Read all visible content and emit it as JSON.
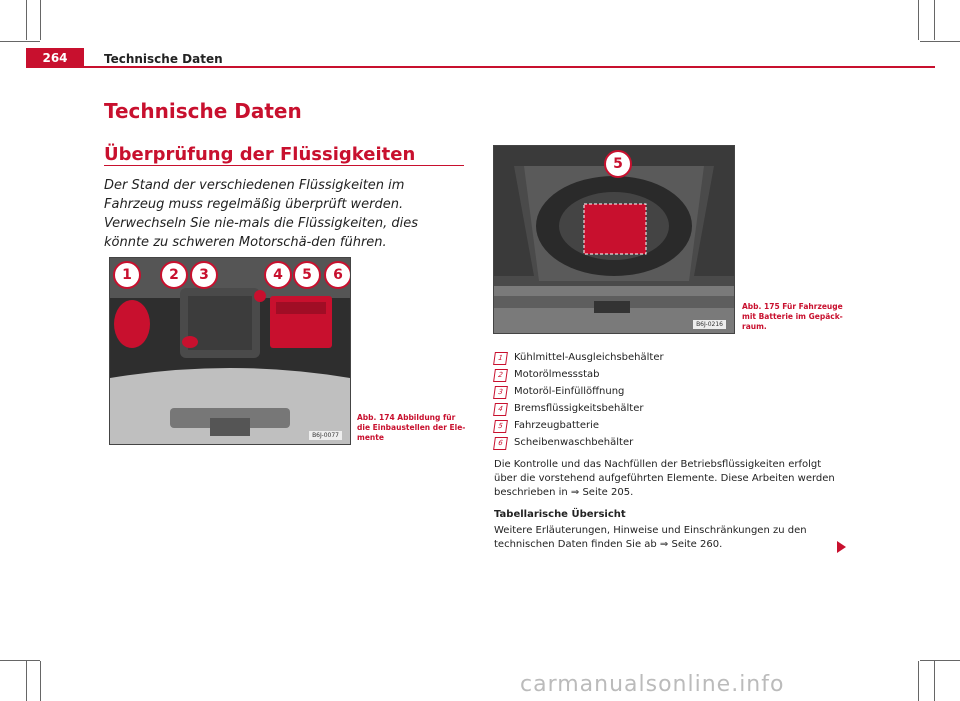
{
  "header": {
    "page_number": "264",
    "running_title": "Technische Daten"
  },
  "title": "Technische Daten",
  "section_title": "Überprüfung der Flüssigkeiten",
  "intro": "Der Stand der verschiedenen Flüssigkeiten im Fahrzeug muss regelmäßig überprüft werden. Verwechseln Sie nie-mals die Flüssigkeiten, dies könnte zu schweren Motorschä-den führen.",
  "figure_174": {
    "caption": "Abb. 174  Abbildung für die Einbaustellen der Ele-mente",
    "code": "B6J-0077",
    "markers": [
      "1",
      "2",
      "3",
      "4",
      "5",
      "6"
    ]
  },
  "figure_175": {
    "caption": "Abb. 175  Für Fahrzeuge mit Batterie im Gepäck-raum.",
    "code": "B6J-0216",
    "marker": "5"
  },
  "legend": [
    {
      "num": "1",
      "label": "Kühlmittel-Ausgleichsbehälter"
    },
    {
      "num": "2",
      "label": "Motorölmessstab"
    },
    {
      "num": "3",
      "label": "Motoröl-Einfüllöffnung"
    },
    {
      "num": "4",
      "label": "Bremsflüssigkeitsbehälter"
    },
    {
      "num": "5",
      "label": "Fahrzeugbatterie"
    },
    {
      "num": "6",
      "label": "Scheibenwaschbehälter"
    }
  ],
  "paragraph": "Die Kontrolle und das Nachfüllen der Betriebsflüssigkeiten erfolgt über die vorstehend aufgeführten Elemente. Diese Arbeiten werden beschrieben in ⇒ Seite 205.",
  "subheading": "Tabellarische Übersicht",
  "paragraph2": "Weitere Erläuterungen, Hinweise und Einschränkungen zu den technischen Daten finden Sie ab ⇒ Seite 260.",
  "watermark": "carmanualsonline.info"
}
